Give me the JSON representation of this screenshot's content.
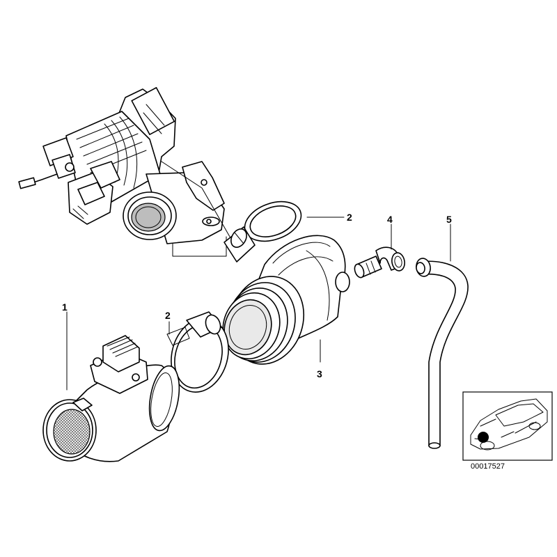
{
  "callouts": [
    {
      "id": "1",
      "label": "1"
    },
    {
      "id": "2a",
      "label": "2"
    },
    {
      "id": "2b",
      "label": "2"
    },
    {
      "id": "3",
      "label": "3"
    },
    {
      "id": "4",
      "label": "4"
    },
    {
      "id": "5",
      "label": "5"
    }
  ],
  "inset": {
    "diagram_number": "00017527"
  }
}
